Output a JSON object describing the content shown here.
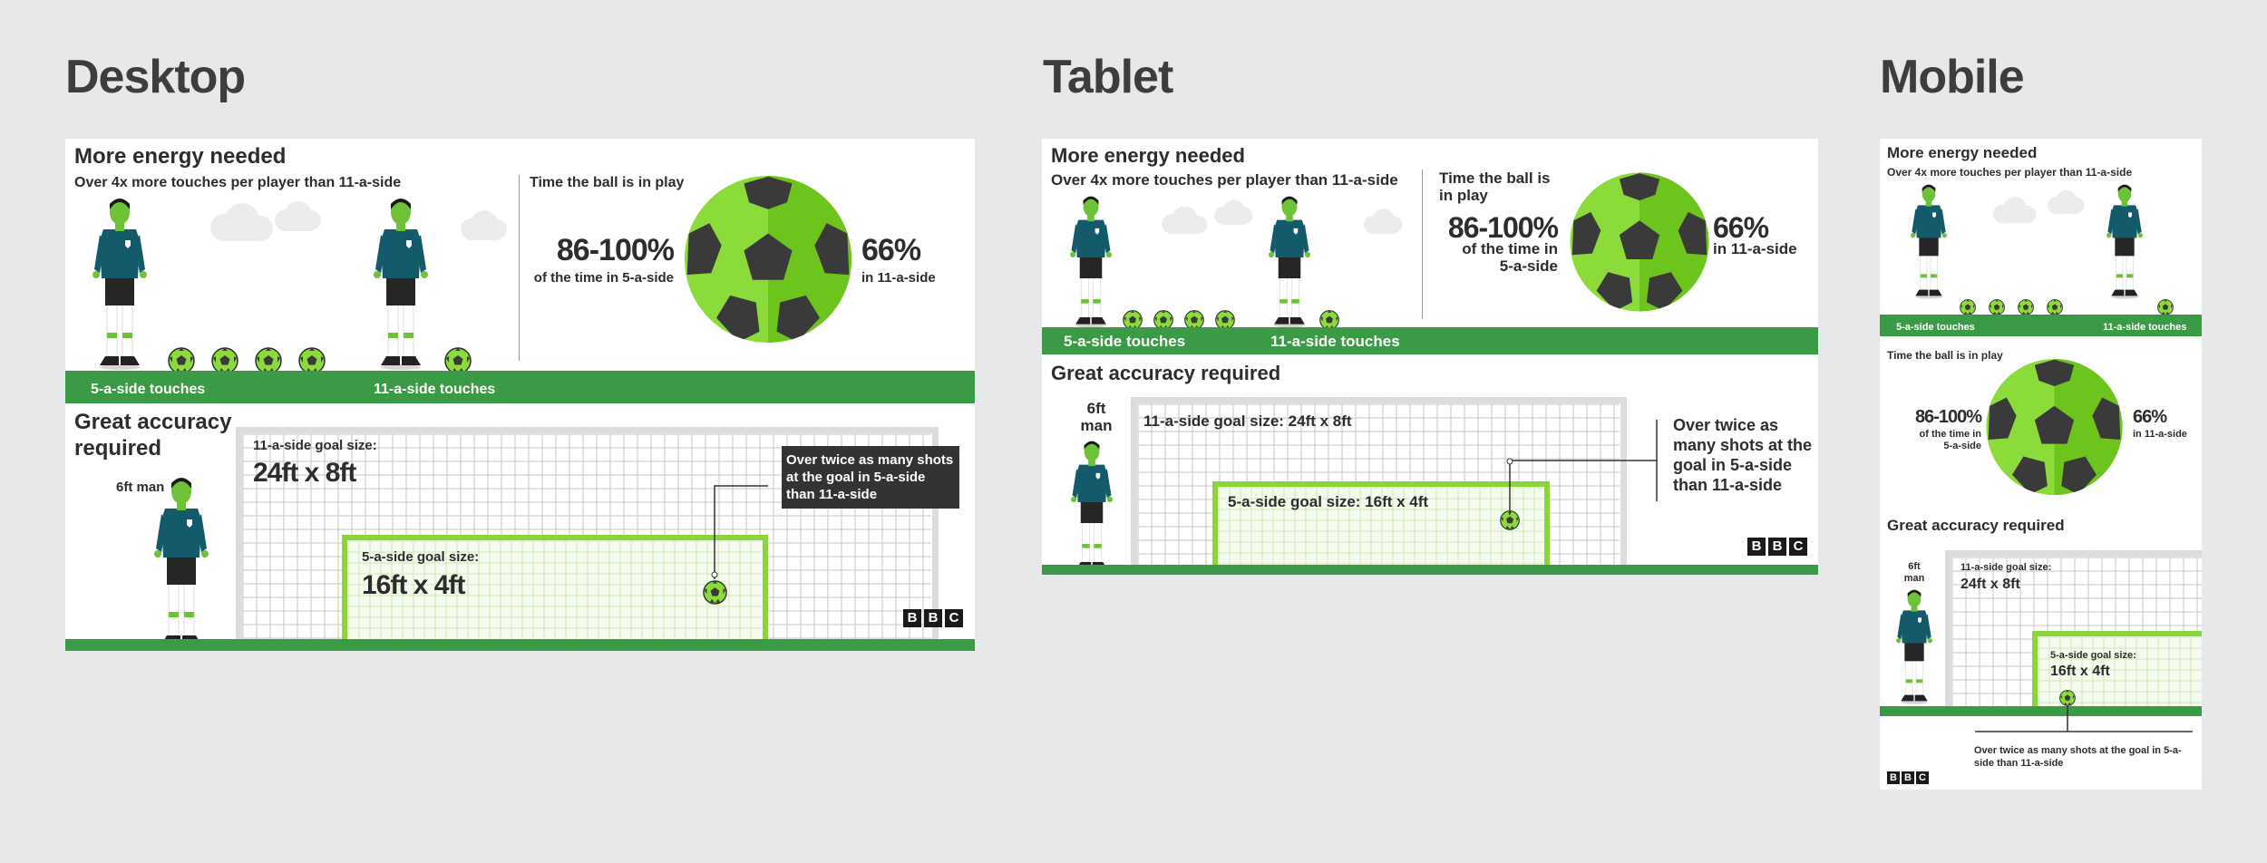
{
  "headings": {
    "desktop": "Desktop",
    "tablet": "Tablet",
    "mobile": "Mobile"
  },
  "energy": {
    "title": "More energy needed",
    "subtitle": "Over 4x more touches per player than 11-a-side",
    "five_touches": "5-a-side touches",
    "eleven_touches": "11-a-side touches",
    "five_touch_count": 4,
    "eleven_touch_count": 1
  },
  "ball_in_play": {
    "title": "Time the ball is in play",
    "five_value": "86-100%",
    "five_caption": "of the time in 5-a-side",
    "eleven_value": "66%",
    "eleven_caption": "in 11-a-side"
  },
  "accuracy": {
    "title": "Great accuracy required",
    "man_label": "6ft man",
    "eleven_goal_label": "11-a-side goal size:",
    "eleven_goal_size": "24ft x 8ft",
    "five_goal_label": "5-a-side goal size:",
    "five_goal_size": "16ft x 4ft",
    "eleven_goal_inline": "11-a-side goal size: 24ft x 8ft",
    "five_goal_inline": "5-a-side goal size: 16ft x 4ft",
    "callout": "Over twice as many shots at the goal in 5-a-side than 11-a-side"
  },
  "logo": {
    "letters": [
      "B",
      "B",
      "C"
    ]
  },
  "colors": {
    "green_band": "#3a9a45",
    "ball_light": "#8bdc3a",
    "ball_dark": "#6cc41c",
    "patch": "#3a3a3a",
    "kit": "#135a6a",
    "skin": "#6dc238",
    "goal_green": "#8bd43c"
  }
}
